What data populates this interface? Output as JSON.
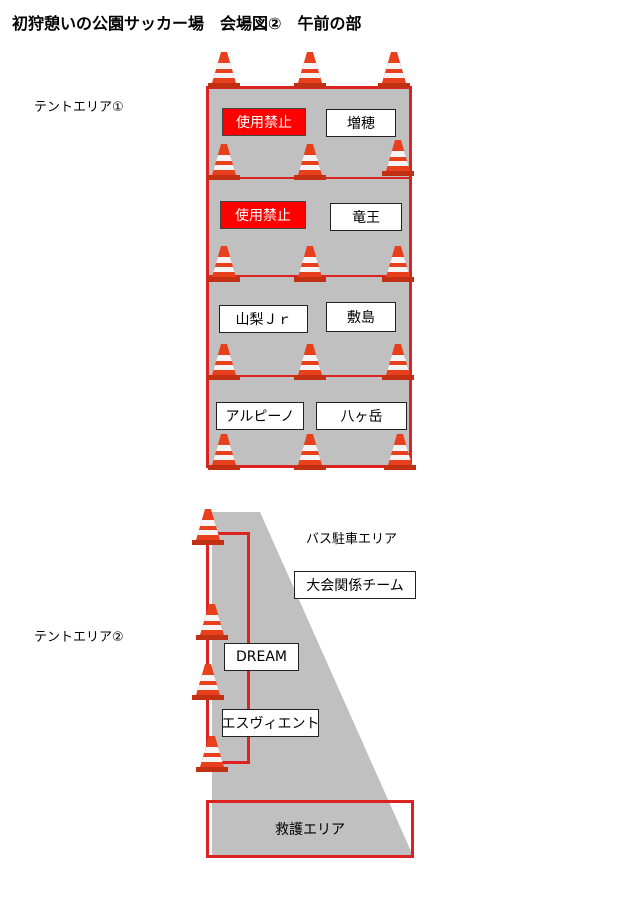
{
  "title": "初狩憩いの公園サッカー場　会場図②　午前の部",
  "tent_area_1": {
    "label": "テントエリア①",
    "slots": [
      {
        "name": "使用禁止",
        "banned": true
      },
      {
        "name": "増穂",
        "banned": false
      },
      {
        "name": "使用禁止",
        "banned": true
      },
      {
        "name": "竜王",
        "banned": false
      },
      {
        "name": "山梨Ｊｒ",
        "banned": false
      },
      {
        "name": "敷島",
        "banned": false
      },
      {
        "name": "アルピーノ",
        "banned": false
      },
      {
        "name": "八ヶ岳",
        "banned": false
      }
    ]
  },
  "bus_area": {
    "label": "バス駐車エリア",
    "staff_box": "大会関係チーム"
  },
  "tent_area_2": {
    "label": "テントエリア②",
    "slots": [
      {
        "name": "DREAM"
      },
      {
        "name": "エスヴィエント"
      }
    ]
  },
  "rescue_area": {
    "label": "救護エリア"
  },
  "colors": {
    "border_red": "#dd2222",
    "banned_fill": "#ff0000",
    "zone_gray": "#c0c0c0",
    "cone_orange": "#e8401c"
  },
  "icons": {
    "cone": "traffic-cone-icon"
  }
}
